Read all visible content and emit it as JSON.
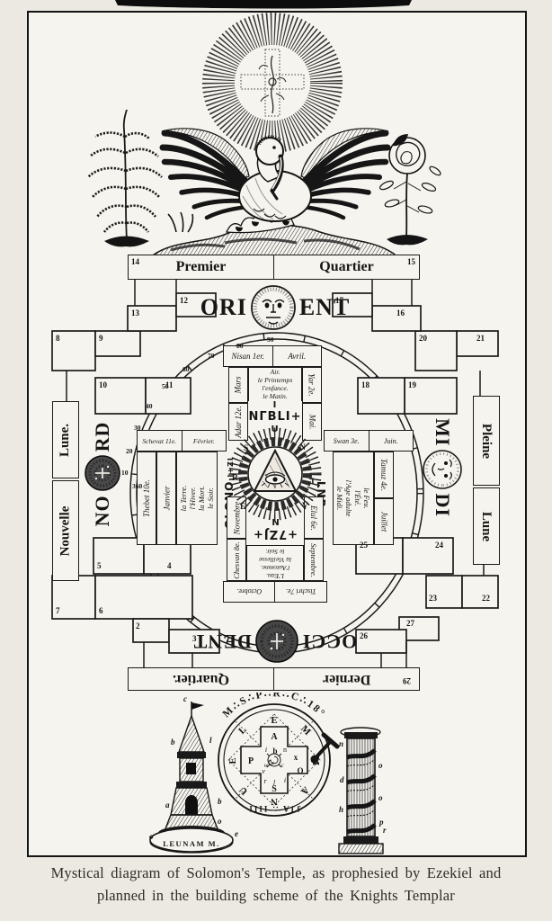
{
  "cardinals": {
    "orient1": "ORI",
    "orient2": "ENT",
    "nord1": "NO",
    "nord2": "RD",
    "midi1": "MI",
    "midi2": "DI",
    "occident1": "OCCI",
    "occident2": "DENT"
  },
  "banners": {
    "top_left": "Premier",
    "top_right": "Quartier",
    "bottom_word1": "Dernier",
    "bottom_word2": "Quartier.",
    "left_top": "Lune.",
    "left_bottom": "Nouvelle",
    "right_top": "Pleine",
    "right_bottom": "Lune"
  },
  "degrees": [
    "90",
    "80",
    "70",
    "60",
    "50",
    "40",
    "30",
    "20",
    "10",
    "360"
  ],
  "chambers": {
    "c2": "2",
    "c3": "3",
    "c4": "4",
    "c5": "5",
    "c6": "6",
    "c7": "7",
    "c8": "8",
    "c9": "9",
    "c10": "10",
    "c11": "11",
    "c12": "12",
    "c13": "13",
    "c14": "14",
    "c15": "15",
    "c16": "16",
    "c17": "17",
    "c18": "18",
    "c19": "19",
    "c20": "20",
    "c21": "21",
    "c22": "22",
    "c23": "23",
    "c24": "24",
    "c25": "25",
    "c26": "26",
    "c27": "27",
    "c29": "29"
  },
  "wheel": {
    "north": {
      "month1": "Nisan 1er.",
      "civil1": "Avril.",
      "left_month": "Mars",
      "right_month": "Yar 2e.",
      "left_month2": "Adar 12e.",
      "right_month2": "Mai.",
      "line1": "Air.",
      "line2": "le Printemps",
      "line3": "l'enfance.",
      "line4": "le Matin.",
      "heb_top": "Ι",
      "heb_mid": "ΝΓΒLΙ+",
      "heb_bot": "U"
    },
    "west": {
      "header1": "Schevat 11e.",
      "header2": "Février.",
      "col1": "Thebet 10e.",
      "col2": "Janvier",
      "line1": "la Terre.",
      "line2": "l'Hiver.",
      "line3": "la Mort.",
      "line4": "le Soir.",
      "heb1": "R",
      "heb2": "ΟLΟΝΟ",
      "heb3": "Ι+ΖΙ"
    },
    "east": {
      "header1": "Swan 3e.",
      "header2": "Juin.",
      "col1": "Tamuz 4e.",
      "col2": "Juillet",
      "line1": "le Feu.",
      "line2": "l'Été.",
      "line3": "l'Age adulte",
      "line4": "le Midi.",
      "heb1": "LΝΒ",
      "heb2": "Ι"
    },
    "south": {
      "header1": "Tischri 7e.",
      "header2": "Octobre.",
      "col_left1": "Novembre",
      "col_left2": "Chesvan 8e.",
      "col_right1": "Elul 6e.",
      "col_right2": "Septembre.",
      "line1": "L'Eau.",
      "line2": "l'Automne.",
      "line3": "la Vieillesse",
      "line4": "le Soir.",
      "heb_mid": "+7ΖJ+",
      "heb_bot": "Ν"
    },
    "glory_letters": {
      "tl": "S",
      "tr": "Ν",
      "left": "R",
      "right": "Ι",
      "bl": "Ε",
      "br": "V"
    }
  },
  "emblems": {
    "tower": {
      "letters": [
        "c",
        "b",
        "l",
        "a",
        "b",
        "o",
        "o",
        "e"
      ],
      "base_label": "LEUNAM M."
    },
    "seal": {
      "arc_top": "M∴S∴P∴R∴C∴18°",
      "arc_bottom": "JJA ∴ IIII",
      "ring_letters": [
        "E",
        "M",
        "M",
        "A",
        "N",
        "U",
        "E",
        "L"
      ],
      "cross": {
        "top": "A",
        "i1": "i",
        "b": "b",
        "n": "n",
        "left": "P",
        "x": "x",
        "o": "O",
        "v": "v",
        "r": "r",
        "l": "l",
        "i2": "i",
        "bottom": "S",
        "w": "w",
        "c": "c"
      }
    },
    "column": {
      "letters": [
        "n",
        "o",
        "d",
        "o",
        "h",
        "p",
        "r"
      ]
    }
  },
  "caption": {
    "line1": "Mystical diagram of Solomon's Temple, as prophesied by Ezekiel and",
    "line2": "planned in the building scheme of the Knights Templar"
  },
  "colors": {
    "ink": "#1b1b1b",
    "paper": "#f6f4ee"
  }
}
